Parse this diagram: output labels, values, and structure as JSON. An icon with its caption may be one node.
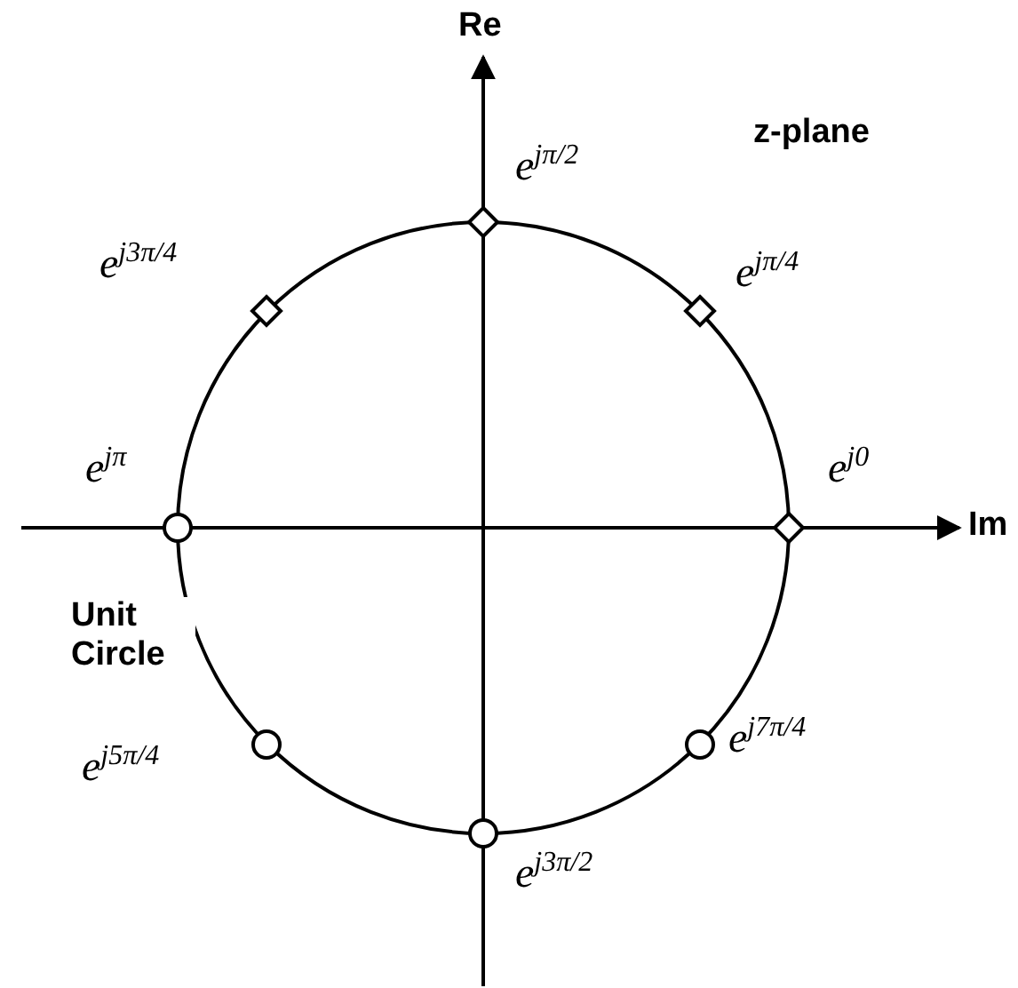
{
  "diagram": {
    "nodes": [
      {
        "text": [],
        "shape": "diamond",
        "beside": [
          "e$^{jπ/2}$"
        ]
      },
      {
        "text": [],
        "shape": "diamond",
        "beside": [
          "e$^{j3π/4}$"
        ]
      },
      {
        "text": [],
        "shape": "diamond",
        "beside": [
          "e$^{jπ/4}$"
        ]
      },
      {
        "text": [],
        "shape": "circle",
        "beside": [
          "e$^{jπ}$"
        ]
      },
      {
        "text": [],
        "shape": "diamond",
        "beside": [
          "e$^{j0}$"
        ]
      },
      {
        "text": [],
        "shape": "circle",
        "beside": [
          "e$^{j5π/4}$"
        ]
      },
      {
        "text": [],
        "shape": "circle",
        "beside": [
          "e$^{j7π/4}$"
        ]
      },
      {
        "text": [],
        "shape": "circle",
        "beside": [
          "e$^{j3π/2}$"
        ]
      }
    ],
    "edges": [],
    "labels": [
      "Re",
      "z-plane",
      "Im",
      "Unit Circle"
    ]
  }
}
